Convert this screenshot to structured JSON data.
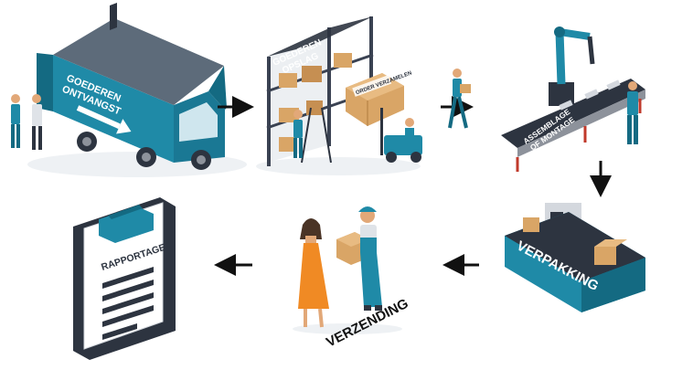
{
  "steps": {
    "receiving": "GOEDEREN ONTVANGST",
    "receiving_line1": "GOEDEREN",
    "receiving_line2": "ONTVANGST",
    "storage_line1": "GOEDEREN",
    "storage_line2": "OPSLAG",
    "crate_label": "ORDER VERZAMELEN",
    "assembly_line1": "ASSEMBLAGE",
    "assembly_line2": "OF MONTAGE",
    "packing": "VERPAKKING",
    "shipping": "VERZENDING",
    "reporting": "RAPPORTAGE"
  },
  "flow": [
    "GOEDEREN ONTVANGST",
    "GOEDEREN OPSLAG",
    "ASSEMBLAGE OF MONTAGE",
    "VERPAKKING",
    "VERZENDING",
    "RAPPORTAGE"
  ],
  "colors": {
    "teal": "#1f8aa7",
    "dark_teal": "#146a82",
    "navy": "#2d3440",
    "gray": "#8d929b",
    "light_gray": "#d4d8de",
    "wood": "#d9a566",
    "skin": "#e2a878",
    "orange": "#f08a24"
  }
}
